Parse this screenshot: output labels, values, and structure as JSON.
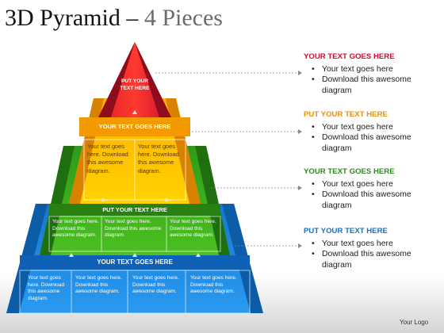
{
  "title": {
    "main": "3D Pyramid",
    "dash": " – ",
    "sub": "4 Pieces"
  },
  "pyramid": {
    "apex_label": [
      "PUT YOUR",
      "TEXT HERE"
    ],
    "tier1_title": "YOUR TEXT GOES HERE",
    "tier1_cells": [
      "Your text goes here. Download this awesome diagram.",
      "Your text goes here. Download this awesome diagram."
    ],
    "tier2_title": "PUT YOUR TEXT HERE",
    "tier2_cells": [
      "Your text goes here. Download this awesome diagram.",
      "Your text goes here. Download this awesome diagram.",
      "Your text goes here. Download this awesome diagram."
    ],
    "tier3_title": "YOUR TEXT GOES HERE",
    "tier3_cells": [
      "Your text goes here. Download this awesome diagram.",
      "Your text goes here. Download this awesome diagram.",
      "Your text goes here. Download this awesome diagram.",
      "Your text goes here. Download this awesome diagram."
    ]
  },
  "callouts": [
    {
      "heading": "YOUR TEXT GOES HERE",
      "color": "#c8102e",
      "bullets": [
        "Your text goes here",
        "Download this awesome diagram"
      ]
    },
    {
      "heading": "PUT YOUR TEXT HERE",
      "color": "#e8900c",
      "bullets": [
        "Your text goes here",
        "Download this awesome diagram"
      ]
    },
    {
      "heading": "YOUR TEXT GOES HERE",
      "color": "#2f8a1e",
      "bullets": [
        "Your text goes here",
        "Download this awesome diagram"
      ]
    },
    {
      "heading": "PUT YOUR TEXT HERE",
      "color": "#1d6fc2",
      "bullets": [
        "Your text goes here",
        "Download this awesome diagram"
      ]
    }
  ],
  "footer": {
    "logo": "Your Logo"
  },
  "colors": {
    "red": "#c8102e",
    "orange": "#f6a400",
    "yellow": "#ffd700",
    "green": "#3aa61c",
    "blue": "#1a86e0"
  }
}
